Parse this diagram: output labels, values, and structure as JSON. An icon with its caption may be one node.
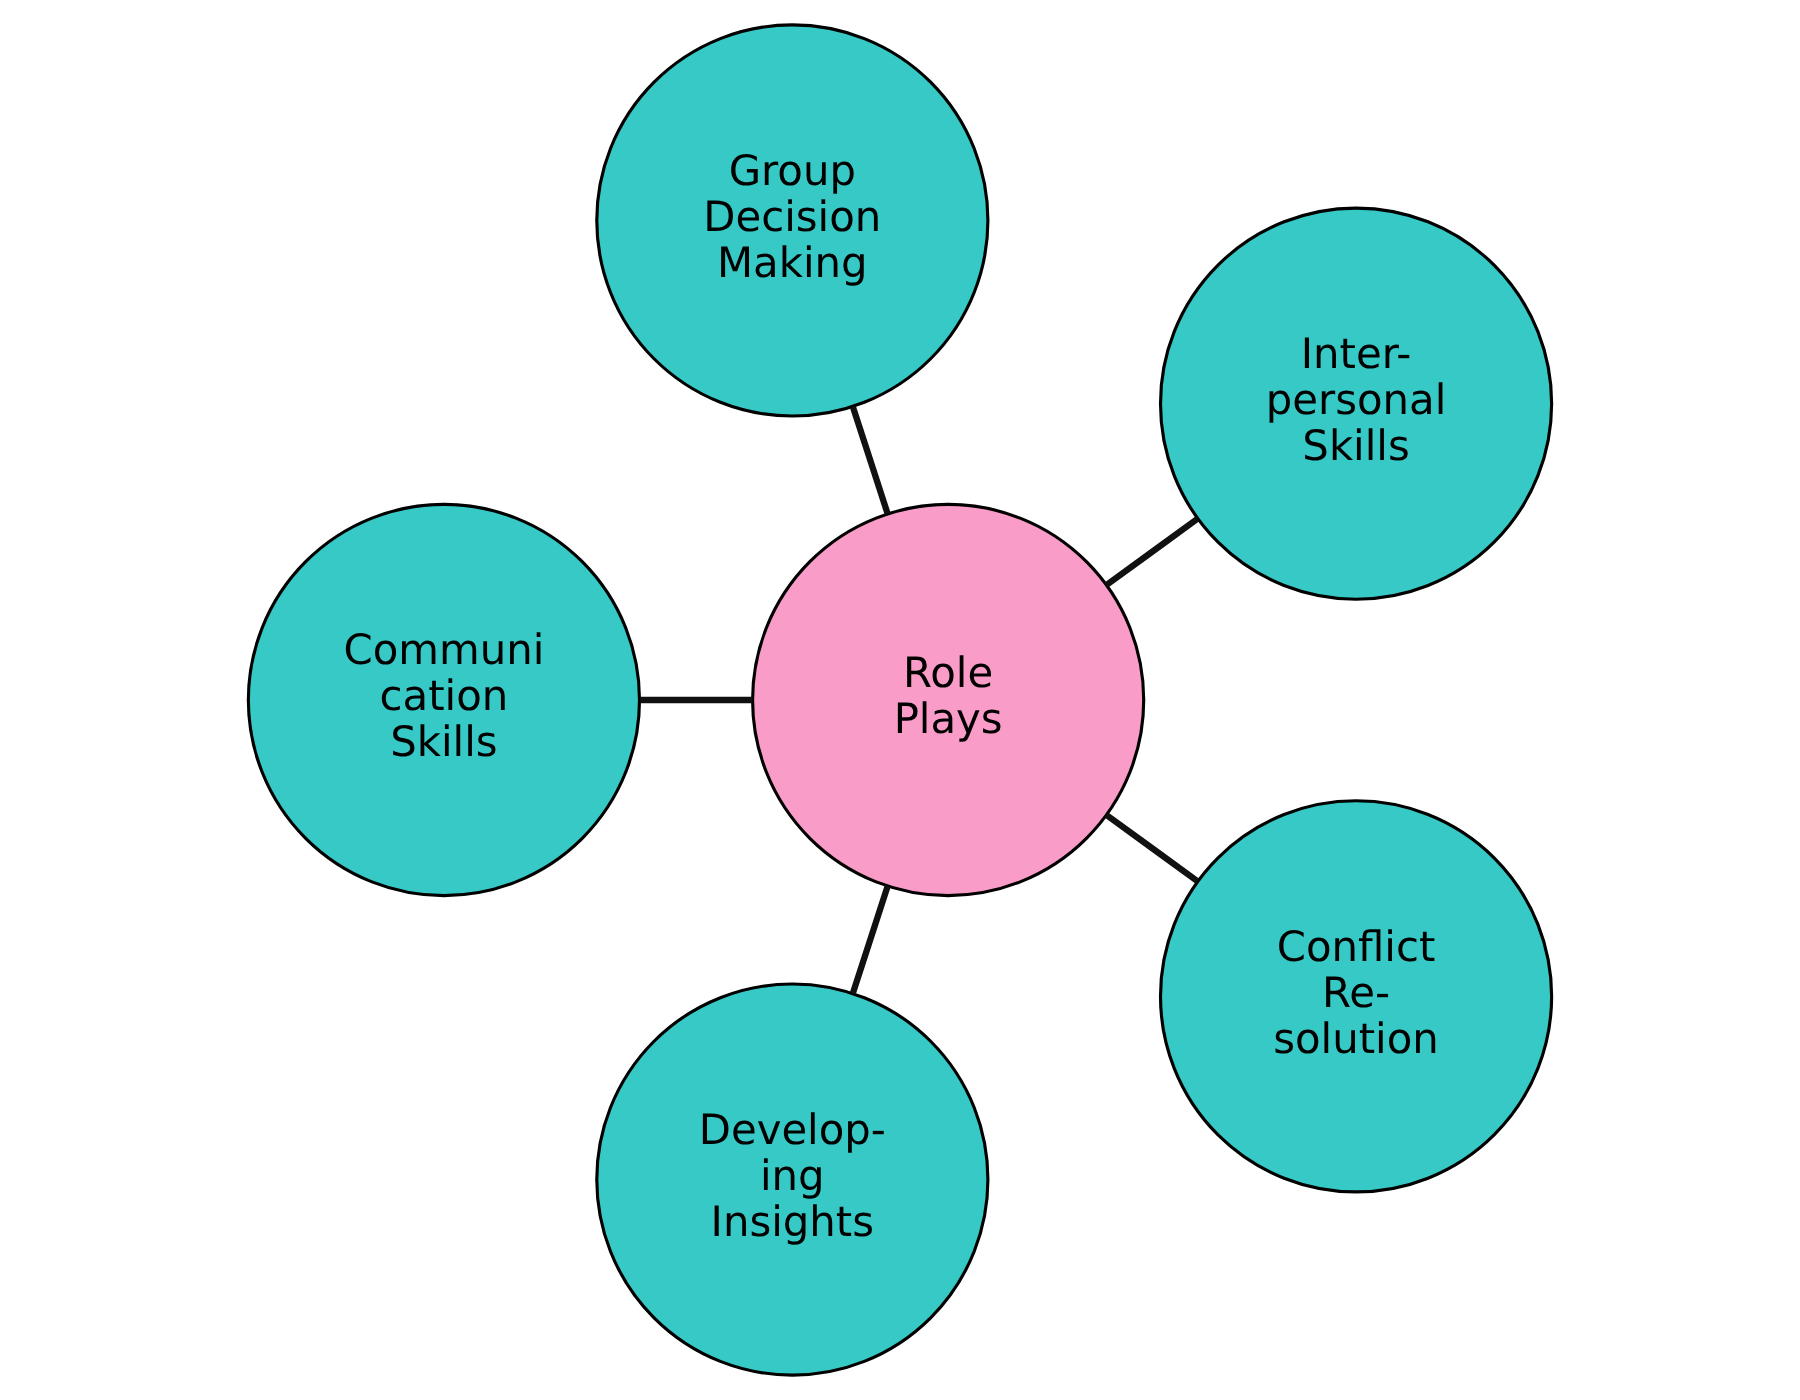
{
  "diagram": {
    "nodes": [
      {
        "text": [
          "Inter- personal Skills"
        ]
      },
      {
        "text": [
          "Group Decision Making"
        ]
      },
      {
        "text": [
          "Communi cation Skills"
        ]
      },
      {
        "text": [
          "Role Plays"
        ]
      },
      {
        "text": [
          "Develop- ing Insights"
        ]
      },
      {
        "text": [
          "Conflict Re- solution"
        ]
      }
    ],
    "edges": [
      {
        "from": 3,
        "to": 0,
        "arrow": "none"
      },
      {
        "from": 3,
        "to": 2,
        "arrow": "none"
      },
      {
        "from": 3,
        "to": 5,
        "arrow": "none"
      },
      {
        "from": 3,
        "to": 4,
        "arrow": "none"
      },
      {
        "from": 3,
        "to": 1,
        "arrow": "none"
      }
    ]
  }
}
